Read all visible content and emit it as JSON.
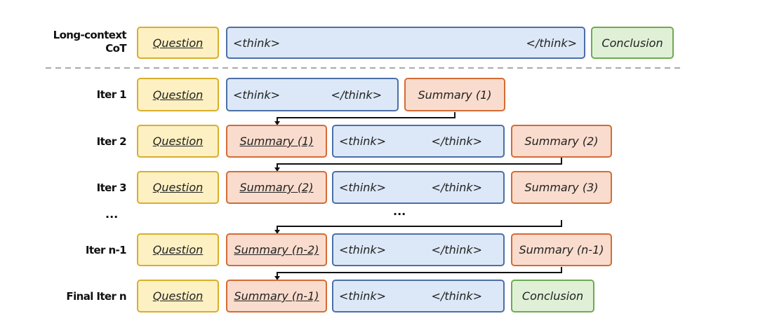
{
  "rows": {
    "long": {
      "label": "Long-context\nCoT",
      "question": "Question",
      "think_open": "<think>",
      "think_close": "</think>",
      "conclusion": "Conclusion"
    },
    "iter1": {
      "label": "Iter 1",
      "question": "Question",
      "think_open": "<think>",
      "think_close": "</think>",
      "summary_out": "Summary (1)"
    },
    "iter2": {
      "label": "Iter 2",
      "question": "Question",
      "summary_in": "Summary (1)",
      "think_open": "<think>",
      "think_close": "</think>",
      "summary_out": "Summary (2)"
    },
    "iter3": {
      "label": "Iter 3",
      "question": "Question",
      "summary_in": "Summary (2)",
      "think_open": "<think>",
      "think_close": "</think>",
      "summary_out": "Summary (3)"
    },
    "ellipsis": {
      "label": "...",
      "mid": "..."
    },
    "itern1": {
      "label": "Iter n-1",
      "question": "Question",
      "summary_in": "Summary (n-2)",
      "think_open": "<think>",
      "think_close": "</think>",
      "summary_out": "Summary (n-1)"
    },
    "final": {
      "label": "Final Iter n",
      "question": "Question",
      "summary_in": "Summary (n-1)",
      "think_open": "<think>",
      "think_close": "</think>",
      "conclusion": "Conclusion"
    }
  },
  "colors": {
    "question": "#fdf0c2",
    "think": "#dce8f7",
    "summary": "#f9dccd",
    "conclusion": "#dff0d6"
  }
}
